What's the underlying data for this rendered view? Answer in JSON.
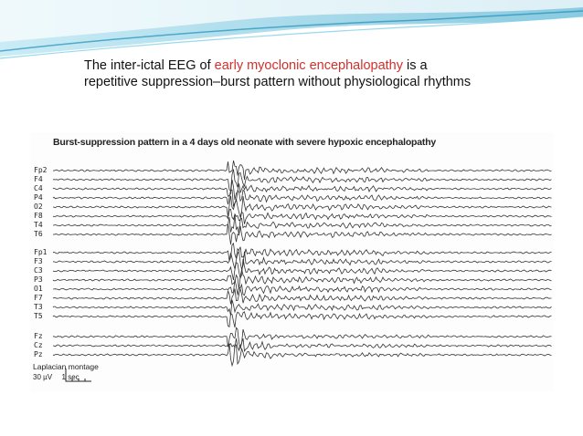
{
  "caption": {
    "prefix": "The inter-ictal EEG of ",
    "highlight": "early myoclonic encephalopathy",
    "suffix": " is a repetitive suppression–burst pattern without physiological rhythms"
  },
  "figure": {
    "title": "Burst-suppression pattern in a 4 days old neonate with severe hypoxic encephalopathy",
    "channels": [
      "Fp2",
      "F4",
      "C4",
      "P4",
      "O2",
      "F8",
      "T4",
      "T6",
      "Fp1",
      "F3",
      "C3",
      "P3",
      "O1",
      "F7",
      "T3",
      "T5",
      "Fz",
      "Cz",
      "Pz"
    ],
    "montage": "Laplacian montage",
    "scale_voltage": "30 µV",
    "scale_time": "1 sec"
  },
  "colors": {
    "highlight": "#d0312d",
    "teal": "#2fa9c9"
  }
}
